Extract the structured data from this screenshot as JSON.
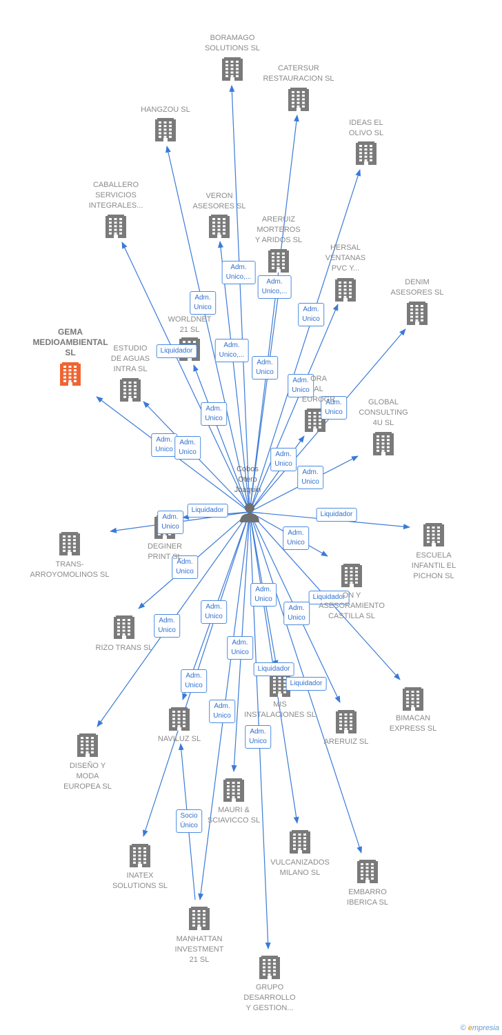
{
  "center": {
    "label": "Cobos\nOtero\nJoaquin",
    "icon": "person-icon"
  },
  "colors": {
    "edge": "#3a7ad8",
    "building": "#7a7a7a",
    "focus_building": "#f06432",
    "label": "#8a8a8a"
  },
  "companies": [
    {
      "id": "boramago",
      "label": "BORAMAGO\nSOLUTIONS SL"
    },
    {
      "id": "catersur",
      "label": "CATERSUR\nRESTAURACION SL"
    },
    {
      "id": "hangzou",
      "label": "HANGZOU SL"
    },
    {
      "id": "ideas",
      "label": "IDEAS EL\nOLIVO SL"
    },
    {
      "id": "caballero",
      "label": "CABALLERO\nSERVICIOS\nINTEGRALES..."
    },
    {
      "id": "veron",
      "label": "VERON\nASESORES SL"
    },
    {
      "id": "areruizm",
      "label": "ARERUIZ\nMORTEROS\nY ARIDOS SL"
    },
    {
      "id": "hersal",
      "label": "HERSAL\nVENTANAS\nPVC Y..."
    },
    {
      "id": "denim",
      "label": "DENIM\nASESORES SL"
    },
    {
      "id": "gema",
      "label": "GEMA\nMEDIOAMBIENTAL\nSL",
      "focus": true
    },
    {
      "id": "worldnet",
      "label": "WORLDNET\n21 SL"
    },
    {
      "id": "estudio",
      "label": "ESTUDIO\nDE AGUAS\nINTRA  SL"
    },
    {
      "id": "ora",
      "label": "ORA\nAL\nEUROGR"
    },
    {
      "id": "global",
      "label": "GLOBAL\nCONSULTING\n4U SL"
    },
    {
      "id": "trans",
      "label": "TRANS-\nARROYOMOLINOS SL"
    },
    {
      "id": "deginer",
      "label": "DEGINER\nPRINT SL"
    },
    {
      "id": "escuela",
      "label": "ESCUELA\nINFANTIL EL\nPICHON SL"
    },
    {
      "id": "castilla",
      "label": "ON Y\nASESORAMIENTO\nCASTILLA  SL"
    },
    {
      "id": "rizo",
      "label": "RIZO TRANS SL"
    },
    {
      "id": "bimacan",
      "label": "BIMACAN\nEXPRESS SL"
    },
    {
      "id": "mis",
      "label": "MIS\nINSTALACIONES SL"
    },
    {
      "id": "areruiz",
      "label": "ARERUIZ SL"
    },
    {
      "id": "naviluz",
      "label": "NAVILUZ SL"
    },
    {
      "id": "diseno",
      "label": "DISEÑO Y\nMODA\nEUROPEA SL"
    },
    {
      "id": "mauri",
      "label": "MAURI &\nSCIAVICCO SL"
    },
    {
      "id": "vulcanizados",
      "label": "VULCANIZADOS\nMILANO SL"
    },
    {
      "id": "embarro",
      "label": "EMBARRO\nIBERICA SL"
    },
    {
      "id": "inatex",
      "label": "INATEX\nSOLUTIONS SL"
    },
    {
      "id": "manhattan",
      "label": "MANHATTAN\nINVESTMENT\n21 SL"
    },
    {
      "id": "grupo",
      "label": "GRUPO\nDESARROLLO\nY GESTION..."
    }
  ],
  "relations": [
    {
      "to": "boramago",
      "label": "Adm.\nUnico,..."
    },
    {
      "to": "catersur",
      "label": "Adm.\nUnico,..."
    },
    {
      "to": "hangzou",
      "label": "Adm.\nUnico"
    },
    {
      "to": "ideas",
      "label": "Adm.\nUnico"
    },
    {
      "to": "caballero",
      "label": "Liquidador"
    },
    {
      "to": "veron",
      "label": "Adm.\nUnico,..."
    },
    {
      "to": "areruizm",
      "label": "Adm.\nUnico"
    },
    {
      "to": "hersal",
      "label": "Adm.\nUnico"
    },
    {
      "to": "denim",
      "label": "Adm.\nUnico"
    },
    {
      "to": "gema",
      "label": "Adm.\nUnico"
    },
    {
      "to": "worldnet",
      "label": "Adm.\nUnico"
    },
    {
      "to": "estudio",
      "label": "Adm.\nUnico"
    },
    {
      "to": "ora",
      "label": "Adm.\nUnico"
    },
    {
      "to": "global",
      "label": "Adm.\nUnico"
    },
    {
      "to": "trans",
      "label": "Adm.\nUnico"
    },
    {
      "to": "deginer",
      "label": "Liquidador"
    },
    {
      "to": "escuela",
      "label": "Liquidador"
    },
    {
      "to": "castilla",
      "label": "Adm.\nUnico"
    },
    {
      "to": "rizo",
      "label": "Adm.\nUnico"
    },
    {
      "to": "bimacan",
      "label": "Liquidador"
    },
    {
      "to": "mis",
      "label": "Liquidador"
    },
    {
      "to": "areruiz",
      "label": "Liquidador"
    },
    {
      "to": "naviluz",
      "label": "Adm.\nUnico"
    },
    {
      "to": "diseno",
      "label": "Adm.\nUnico"
    },
    {
      "to": "mauri",
      "label": "Adm.\nUnico"
    },
    {
      "to": "vulcanizados",
      "label": "Adm.\nUnico"
    },
    {
      "to": "embarro",
      "label": "Adm.\nUnico"
    },
    {
      "to": "inatex",
      "label": "Adm.\nUnico"
    },
    {
      "to": "manhattan",
      "label": "Adm.\nUnico"
    },
    {
      "to": "grupo",
      "label": "Adm.\nUnico"
    },
    {
      "from": "manhattan",
      "to": "naviluz",
      "label": "Socio\nÚnico"
    }
  ],
  "footer": {
    "copyright": "©",
    "brand_initial": "e",
    "brand_rest": "mpresia"
  }
}
